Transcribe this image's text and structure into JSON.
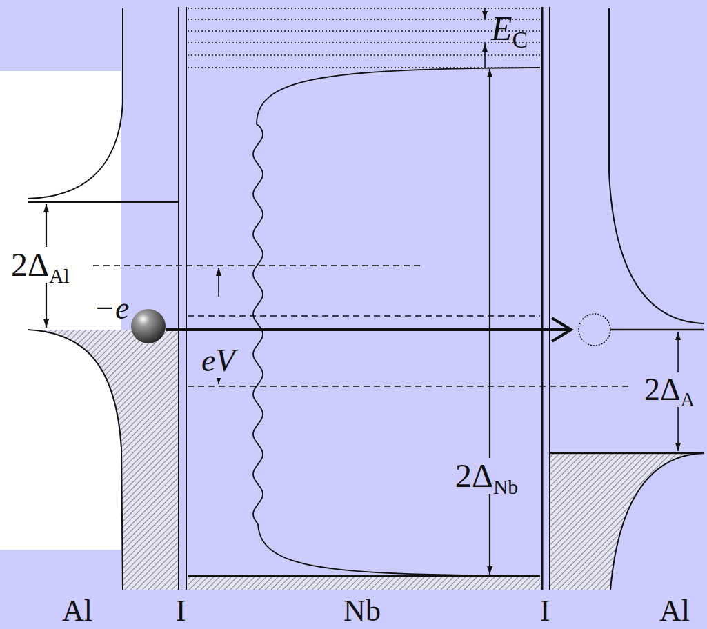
{
  "diagram": {
    "labels": [
      "EC",
      "2ΔAl",
      "−e",
      "eV",
      "2ΔNb",
      "2ΔA",
      "Al",
      "I",
      "Nb",
      "I",
      "Al"
    ]
  }
}
